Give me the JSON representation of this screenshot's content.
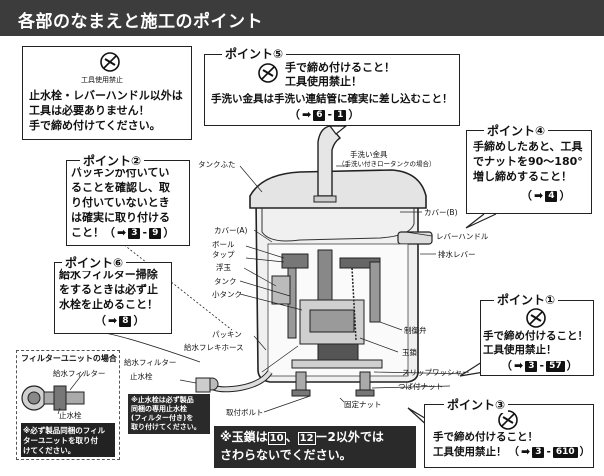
{
  "header": {
    "title": "各部のなまえと施工のポイント"
  },
  "no_tool_box": {
    "icon_label": "工具使用禁止",
    "line1": "止水栓・レバーハンドル以外は",
    "line2": "工具は必要ありません！",
    "line3": "手で締め付けてください。"
  },
  "point5": {
    "label": "ポイント⑤",
    "line1": "手で締め付けること！",
    "line2": "工具使用禁止！",
    "line3": "手洗い金具は手洗い連結管に確実に差し込むこと！",
    "ref_open": "（",
    "ref_a": "6",
    "ref_sep": "-",
    "ref_b": "1",
    "ref_close": "）"
  },
  "point4": {
    "label": "ポイント④",
    "line1": "手締めしたあと、工具",
    "line2": "でナットを90～180°",
    "line3": "増し締めすること！",
    "ref_open": "（",
    "ref_a": "4",
    "ref_close": "）"
  },
  "point2": {
    "label": "ポイント②",
    "line1": "パッキンが付いてい",
    "line2": "ることを確認し、取",
    "line3": "り付いていないとき",
    "line4": "は確実に取り付ける",
    "line5": "こと！（",
    "ref_a": "3",
    "ref_sep": "-",
    "ref_b": "9",
    "ref_close": "）"
  },
  "point6": {
    "label": "ポイント⑥",
    "line1": "給水フィルター掃除",
    "line2": "をするときは必ず止",
    "line3": "水栓を止めること！",
    "ref_open": "（",
    "ref_a": "8",
    "ref_close": "）"
  },
  "point1": {
    "label": "ポイント①",
    "line1": "手で締め付けること！",
    "line2": "工具使用禁止！",
    "ref_open": "（",
    "ref_a": "3",
    "ref_sep": "-",
    "ref_b": "57",
    "ref_close": "）"
  },
  "point3": {
    "label": "ポイント③",
    "line1": "手で締め付けること！",
    "line2": "工具使用禁止！",
    "ref_open": "（",
    "ref_a": "3",
    "ref_sep": "-",
    "ref_b": "610",
    "ref_close": "）"
  },
  "filter_unit": {
    "title": "フィルターユニットの場合",
    "filter": "給水フィルター",
    "valve": "止水栓",
    "note1": "※必ず製品同梱のフィル",
    "note2": "ターユニットを取り付",
    "note3": "けてください。"
  },
  "supply_note": {
    "line1": "※止水栓は必ず製品",
    "line2": "同梱の専用止水栓",
    "line3": "(フィルター付き)を",
    "line4": "取り付けてください。"
  },
  "bottom_note": {
    "prefix": "※玉鎖は",
    "n1": "10",
    "mid": "、",
    "n2": "12",
    "suffix": "ー2以外では",
    "line2": "さわらないでください。"
  },
  "parts": {
    "tesarai": "手洗い金具",
    "tesarai_sub": "（手洗い付きロータンクの場合）",
    "tank_futa": "タンクふた",
    "cover_a": "カバー(A)",
    "cover_b": "カバー(B)",
    "ball_tap1": "ボール",
    "ball_tap2": "タップ",
    "ukidama": "浮玉",
    "tank": "タンク",
    "ko_tank": "小タンク",
    "lever_handle": "レバーハンドル",
    "haisui_lever": "排水レバー",
    "packing": "パッキン",
    "kyusui_hose": "給水フレキホース",
    "kyusui_filter": "給水フィルター",
    "shisuisen": "止水栓",
    "seigyoben": "制御弁",
    "tamagusari": "玉鎖",
    "slip_washer": "スリップワッシャー",
    "tsuba_nut": "つば付ナット",
    "kotei_nut": "固定ナット",
    "toritsuke_bolt": "取付ボルト"
  },
  "colors": {
    "header_bg": "#3c3c3c",
    "tank_fill": "#ececec",
    "mechanism": "#555555"
  }
}
